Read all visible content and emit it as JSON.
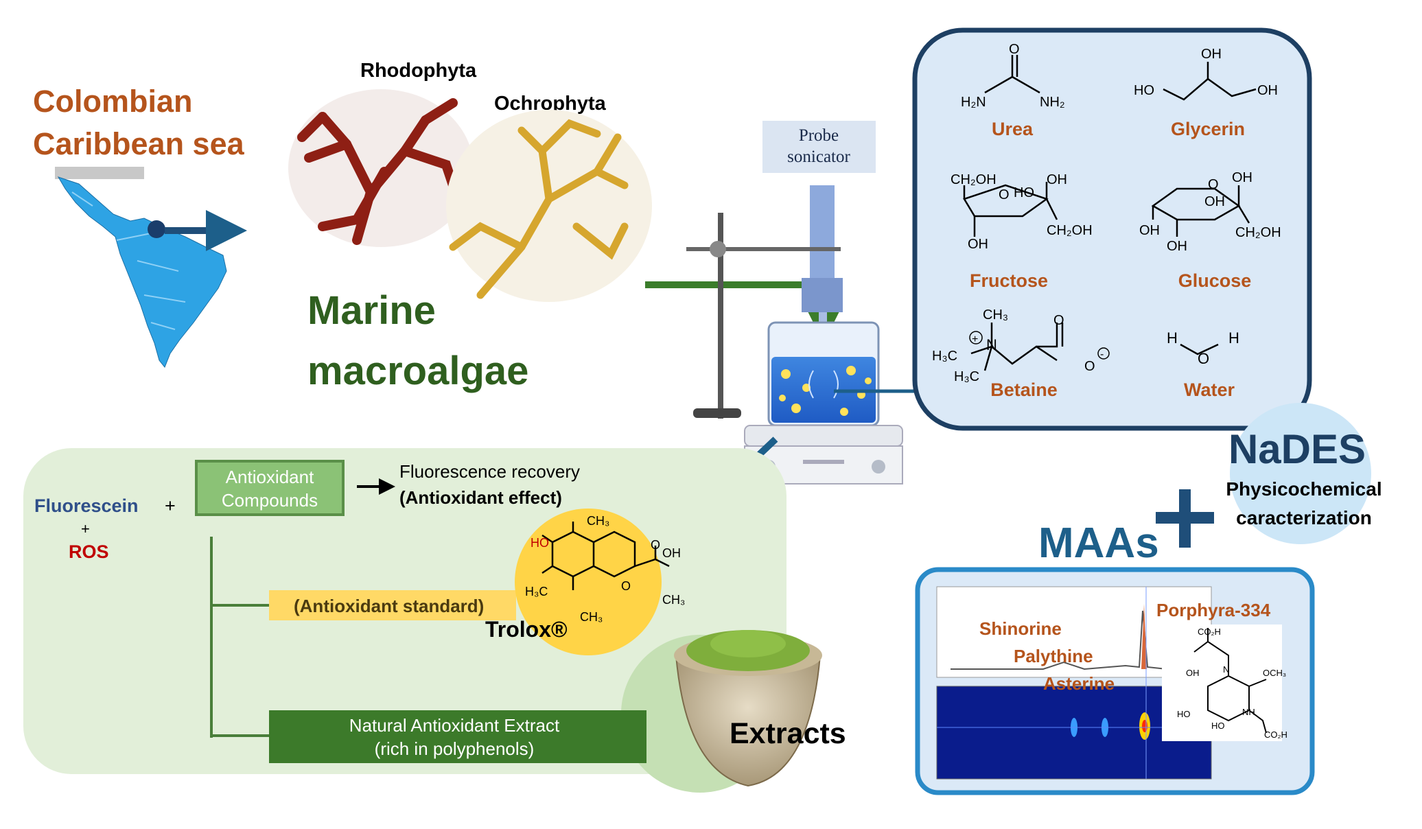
{
  "region": {
    "title_line1": "Colombian",
    "title_line2": "Caribbean sea"
  },
  "algae": {
    "rhodophyta": "Rhodophyta",
    "ochrophyta": "Ochrophyta",
    "title_line1": "Marine",
    "title_line2": "macroalgae"
  },
  "sonicator": {
    "label_line1": "Probe",
    "label_line2": "sonicator"
  },
  "nades_panel": {
    "components": [
      {
        "name": "Urea"
      },
      {
        "name": "Glycerin"
      },
      {
        "name": "Fructose"
      },
      {
        "name": "Glucose"
      },
      {
        "name": "Betaine"
      },
      {
        "name": "Water"
      }
    ],
    "bubble_title": "NaDES",
    "bubble_sub_line1": "Physicochemical",
    "bubble_sub_line2": "caracterization"
  },
  "maas": {
    "title": "MAAs",
    "plus": "+",
    "peaks": [
      "Shinorine",
      "Palythine",
      "Asterine",
      "Porphyra-334"
    ]
  },
  "assay": {
    "fluorescein": "Fluorescein",
    "plus1": "+",
    "plus2": "+",
    "ros": "ROS",
    "antioxidant_line1": "Antioxidant",
    "antioxidant_line2": "Compounds",
    "recovery_line1": "Fluorescence recovery",
    "recovery_line2": "(Antioxidant effect)",
    "standard_label": "(Antioxidant standard)",
    "trolox_label": "Trolox®",
    "natural_line1": "Natural Antioxidant Extract",
    "natural_line2": "(rich in polyphenols)",
    "extracts_label": "Extracts"
  },
  "colors": {
    "orange_brown": "#b5541c",
    "dark_green": "#2f5f1f",
    "navy": "#1f4e79",
    "teal": "#1d5f8a",
    "red": "#c00000",
    "light_green_panel": "#e2efd9",
    "light_blue_panel": "#dbe9f7",
    "trolox_yellow": "#ffd447"
  }
}
